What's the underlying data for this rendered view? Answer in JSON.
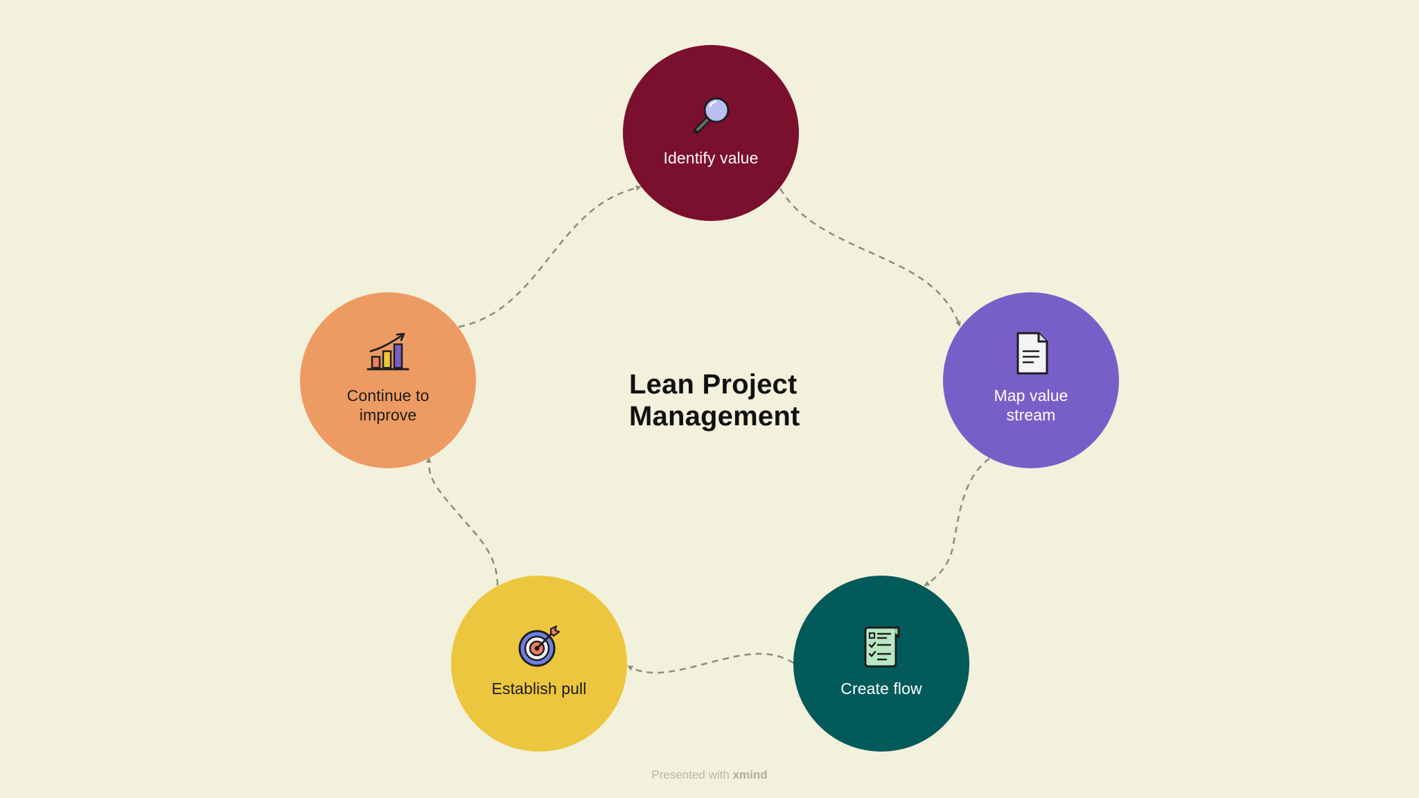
{
  "diagram": {
    "title": "Lean Project Management",
    "title_lines": [
      "Lean Project",
      "Management"
    ],
    "footer_prefix": "Presented with",
    "footer_brand": "xmind",
    "colors": {
      "background": "#f2f1dc",
      "connector": "#8f8e80"
    },
    "nodes": [
      {
        "id": "identify",
        "label": "Identify value",
        "icon": "magnifier-icon",
        "color": "#7b0f2e",
        "text_color": "#ffffff"
      },
      {
        "id": "map",
        "label": "Map value stream",
        "label_lines": [
          "Map value",
          "stream"
        ],
        "icon": "document-icon",
        "color": "#7660c8",
        "text_color": "#ffffff"
      },
      {
        "id": "flow",
        "label": "Create flow",
        "icon": "checklist-icon",
        "color": "#035a5b",
        "text_color": "#ffffff"
      },
      {
        "id": "pull",
        "label": "Establish pull",
        "icon": "target-icon",
        "color": "#ecc63e",
        "text_color": "#1a1a1a"
      },
      {
        "id": "improve",
        "label": "Continue to improve",
        "label_lines": [
          "Continue to",
          "improve"
        ],
        "icon": "growth-chart-icon",
        "color": "#ed9b63",
        "text_color": "#1a1a1a"
      }
    ],
    "edges": [
      {
        "from": "identify",
        "to": "map"
      },
      {
        "from": "map",
        "to": "flow"
      },
      {
        "from": "flow",
        "to": "pull"
      },
      {
        "from": "pull",
        "to": "improve"
      },
      {
        "from": "improve",
        "to": "identify"
      }
    ]
  }
}
